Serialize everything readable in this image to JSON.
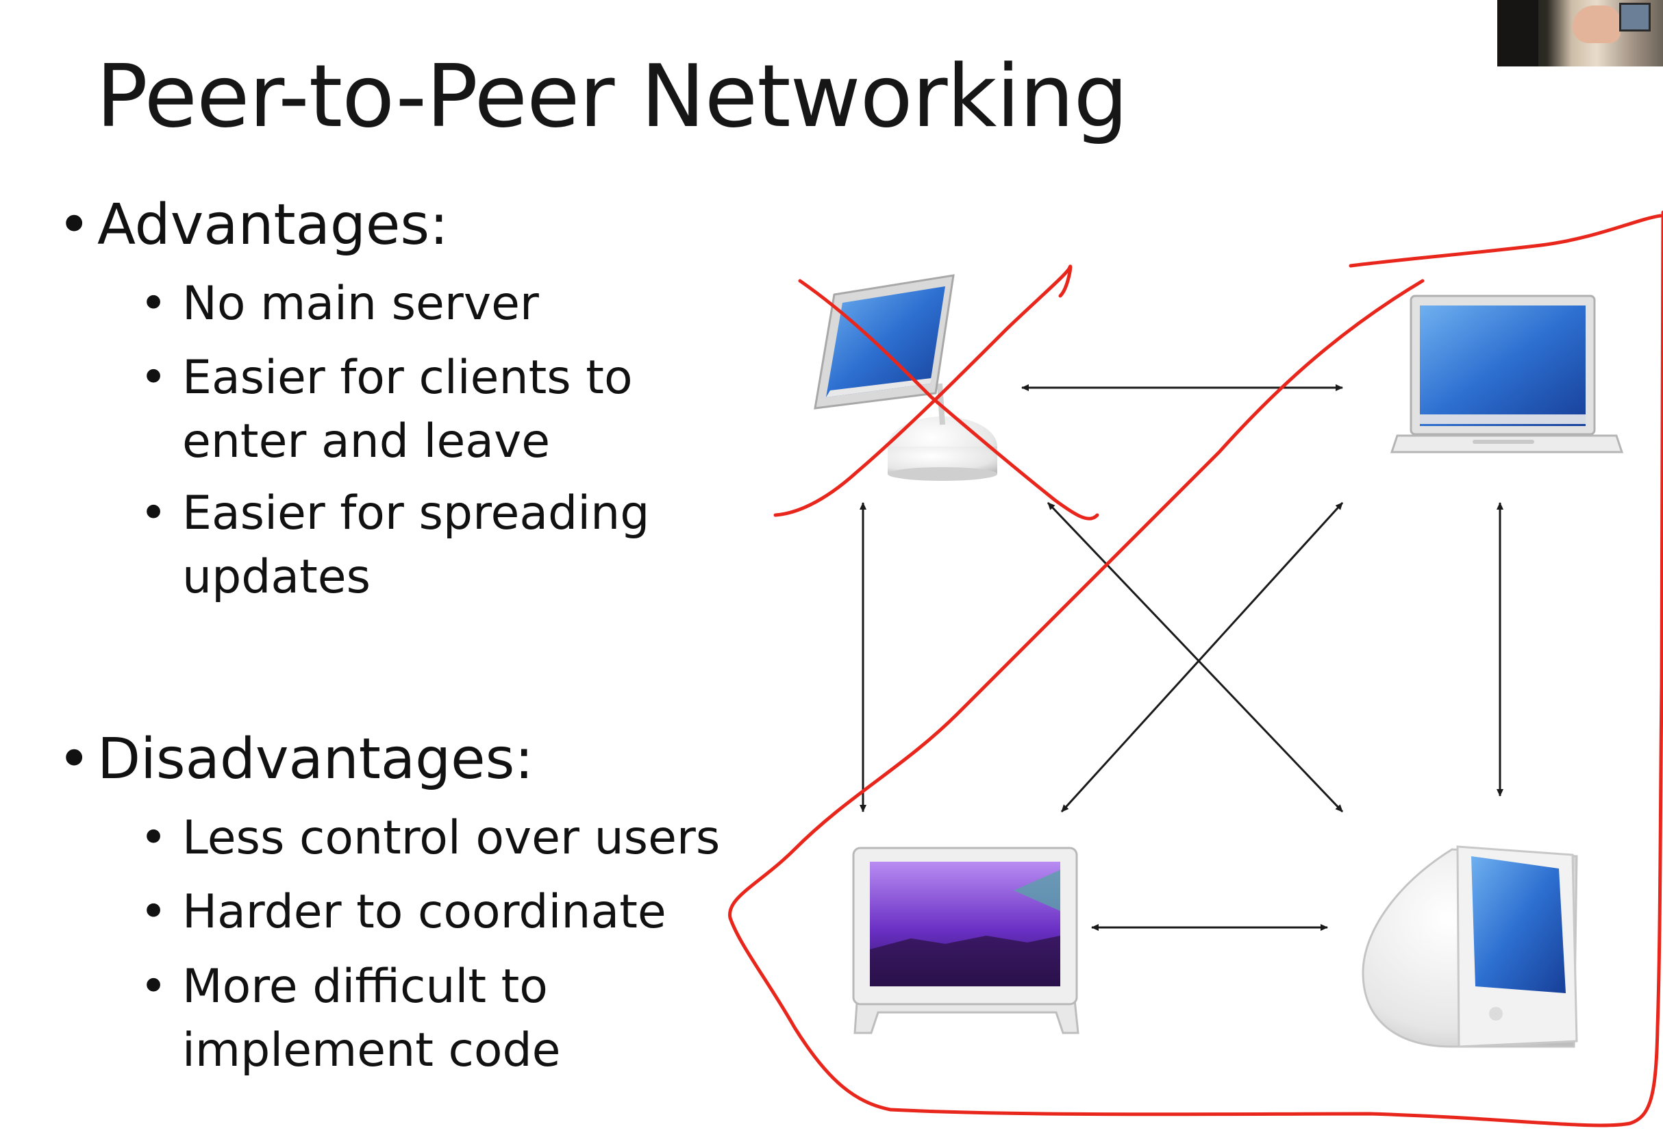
{
  "slide": {
    "title": "Peer-to-Peer Networking",
    "advantages": {
      "heading": "Advantages:",
      "items": [
        "No main server",
        "Easier for clients to enter and leave",
        "Easier for spreading updates"
      ]
    },
    "disadvantages": {
      "heading": "Disadvantages:",
      "items": [
        "Less control over users",
        "Harder to coordinate",
        "More difficult to implement code"
      ]
    }
  },
  "diagram": {
    "nodes": [
      {
        "id": "top-left",
        "device": "imac-g4-icon"
      },
      {
        "id": "top-right",
        "device": "ibook-laptop-icon"
      },
      {
        "id": "bottom-left",
        "device": "cinema-display-icon"
      },
      {
        "id": "bottom-right",
        "device": "emac-icon"
      }
    ],
    "annotation_color": "#e8261c",
    "arrow_color": "#1a1a1a"
  },
  "webcam": {
    "icon": "presenter-webcam-thumbnail"
  }
}
